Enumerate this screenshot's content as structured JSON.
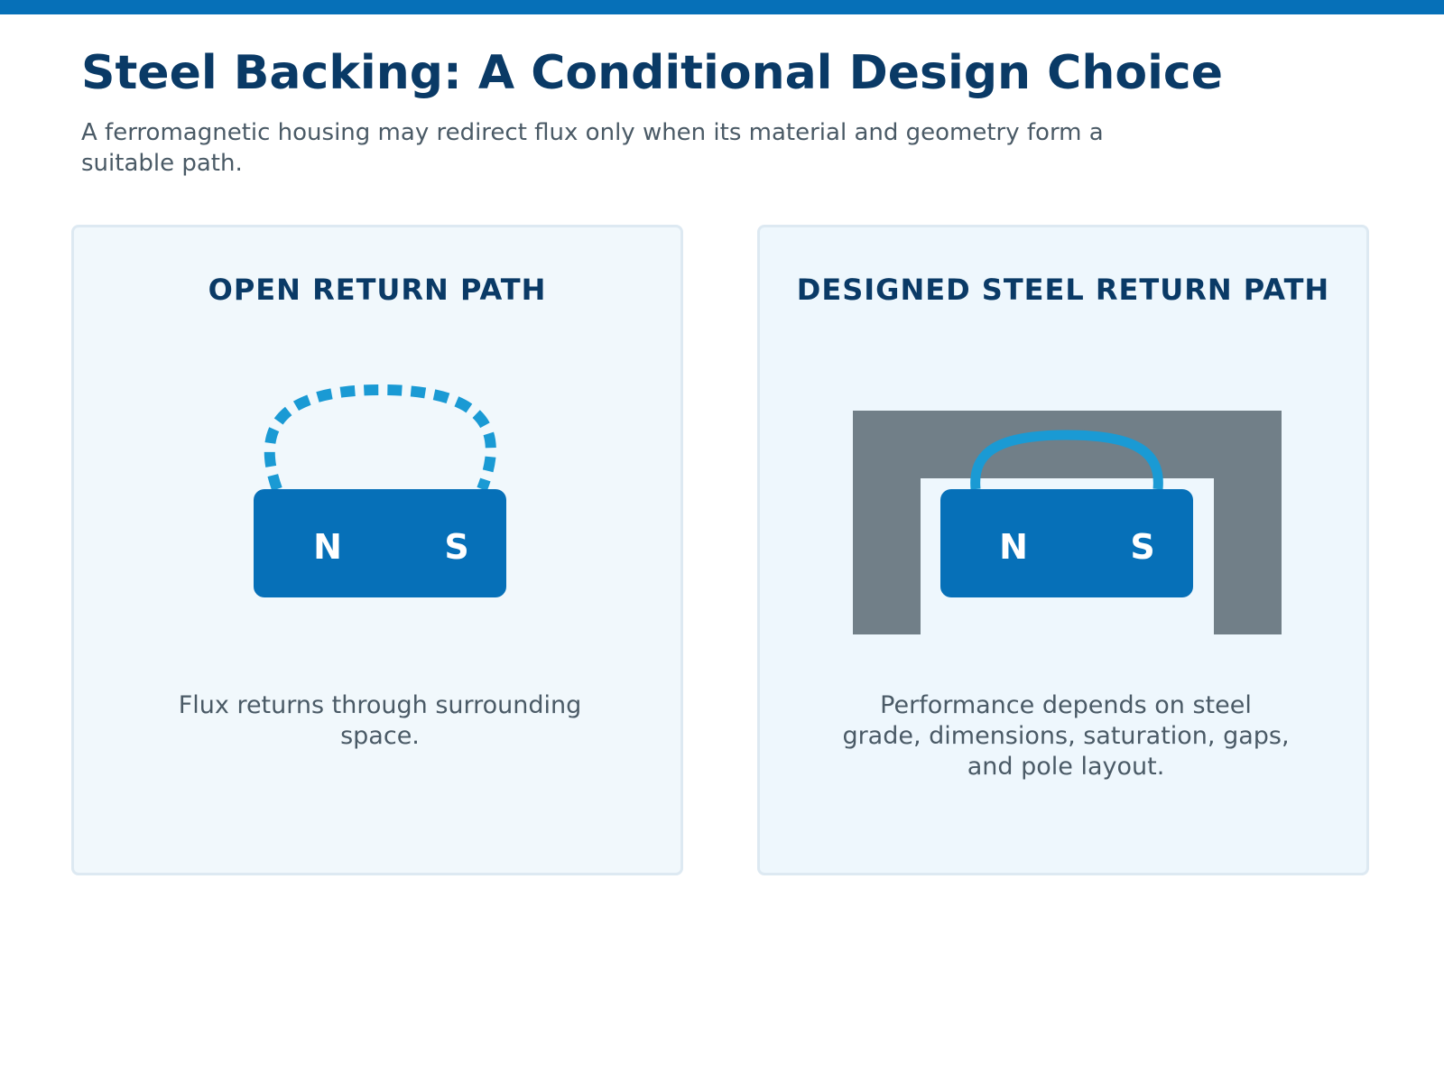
{
  "header": {
    "title": "Steel Backing: A Conditional Design Choice",
    "subtitle": "A ferromagnetic housing may redirect flux only when its material and geometry form a suitable path."
  },
  "panels": [
    {
      "title": "OPEN RETURN PATH",
      "caption": "Flux returns through surrounding space.",
      "magnet": {
        "north_label": "N",
        "south_label": "S"
      }
    },
    {
      "title": "DESIGNED STEEL RETURN PATH",
      "caption": "Performance depends on steel grade, dimensions, saturation, gaps, and pole layout.",
      "magnet": {
        "north_label": "N",
        "south_label": "S"
      }
    }
  ],
  "colors": {
    "accent": "#0670b8",
    "flux": "#1a9ad4",
    "steel": "#717f88",
    "title": "#0a3a66",
    "body_text": "#4a5a66"
  }
}
